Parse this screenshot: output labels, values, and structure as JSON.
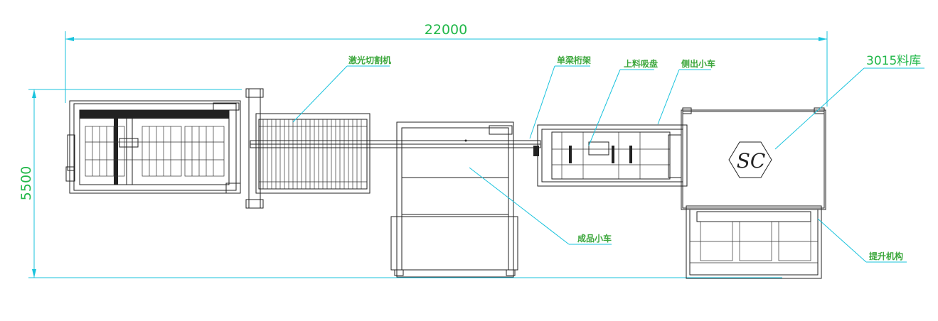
{
  "dimensions": {
    "length": "22000",
    "width": "5500"
  },
  "labels": {
    "laser_cutter": "激光切割机",
    "single_beam_gantry": "单梁桁架",
    "loading_suction": "上料吸盘",
    "side_cart": "侧出小车",
    "material_library": "3015料库",
    "finished_cart": "成品小车",
    "lifting_mechanism": "提升机构"
  },
  "logo": {
    "text": "SC"
  }
}
